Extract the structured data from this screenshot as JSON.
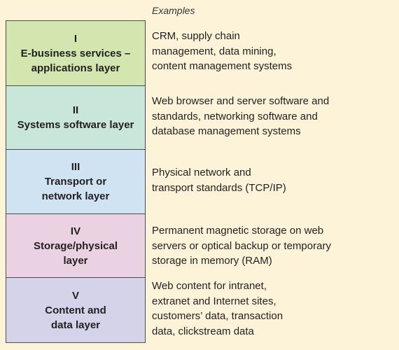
{
  "examples_heading": "Examples",
  "layers": [
    {
      "numeral": "I",
      "lines": [
        "E-business services –",
        "applications layer"
      ],
      "color": "#d3e6b0",
      "examples": [
        "CRM, supply chain",
        "management, data mining,",
        "content management systems"
      ]
    },
    {
      "numeral": "II",
      "lines": [
        "Systems software layer"
      ],
      "color": "#c9e6da",
      "examples": [
        "Web browser and server software and",
        "standards, networking software and",
        "database management systems"
      ]
    },
    {
      "numeral": "III",
      "lines": [
        "Transport or",
        "network layer"
      ],
      "color": "#cfe3f2",
      "examples": [
        "Physical network and",
        "transport standards (TCP/IP)"
      ]
    },
    {
      "numeral": "IV",
      "lines": [
        "Storage/physical",
        "layer"
      ],
      "color": "#ead2e2",
      "examples": [
        "Permanent magnetic storage on web",
        "servers or optical backup or temporary",
        "storage in memory (RAM)"
      ]
    },
    {
      "numeral": "V",
      "lines": [
        "Content and",
        "data layer"
      ],
      "color": "#d4d3ea",
      "examples": [
        "Web content for intranet,",
        "extranet and Internet sites,",
        "customers’ data, transaction",
        "data, clickstream data"
      ]
    }
  ]
}
